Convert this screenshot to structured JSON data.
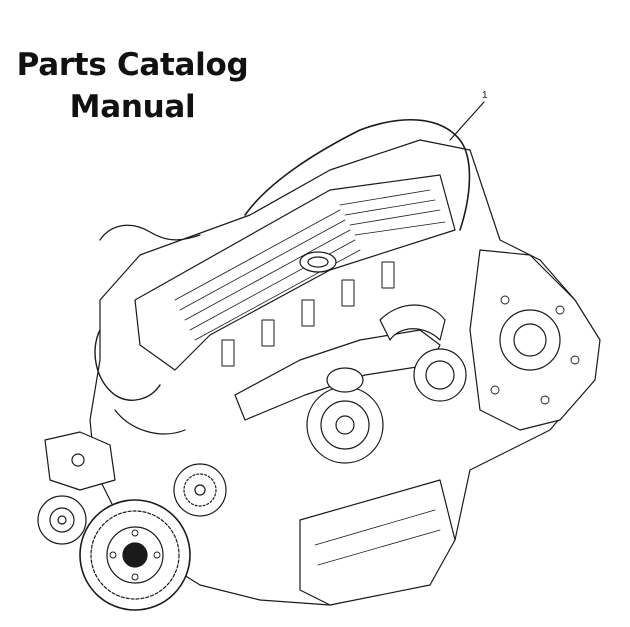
{
  "title": {
    "line1": "Parts Catalog",
    "line2": "Manual"
  },
  "callout": {
    "number": "1"
  },
  "illustration": {
    "subject": "engine-line-drawing",
    "stroke_color": "#1a1a1a",
    "fill_color": "#ffffff"
  }
}
